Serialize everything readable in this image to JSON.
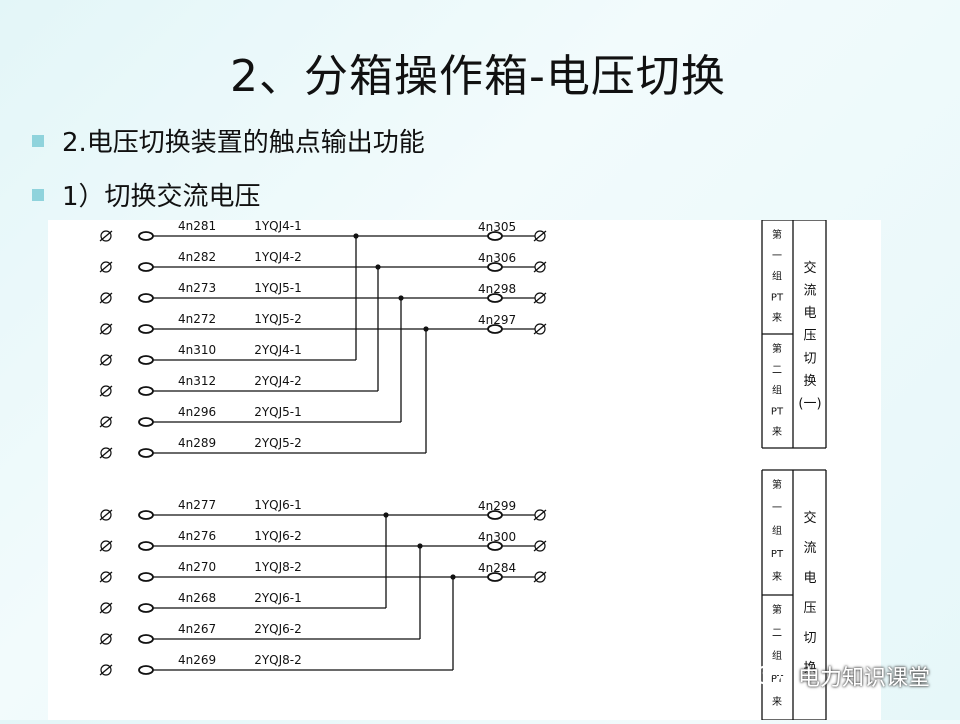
{
  "slide": {
    "title": "2、分箱操作箱-电压切换",
    "bullets": [
      "2.电压切换装置的触点输出功能",
      "1）切换交流电压"
    ]
  },
  "watermark": "电力知识课堂",
  "diagram": {
    "group1": {
      "inputs": [
        "4n281",
        "4n282",
        "4n273",
        "4n272",
        "4n310",
        "4n312",
        "4n296",
        "4n289"
      ],
      "contacts": [
        "1YQJ4-1",
        "1YQJ4-2",
        "1YQJ5-1",
        "1YQJ5-2",
        "2YQJ4-1",
        "2YQJ4-2",
        "2YQJ5-1",
        "2YQJ5-2"
      ],
      "outputs": [
        "4n305",
        "4n306",
        "4n298",
        "4n297"
      ],
      "side_left_a": [
        "第",
        "一",
        "组",
        "PT",
        "来"
      ],
      "side_left_b": [
        "第",
        "二",
        "组",
        "PT",
        "来"
      ],
      "side_right": [
        "交",
        "流",
        "电",
        "压",
        "切",
        "换",
        "(一)"
      ]
    },
    "group2": {
      "inputs": [
        "4n277",
        "4n276",
        "4n270",
        "4n268",
        "4n267",
        "4n269"
      ],
      "contacts": [
        "1YQJ6-1",
        "1YQJ6-2",
        "1YQJ8-2",
        "2YQJ6-1",
        "2YQJ6-2",
        "2YQJ8-2"
      ],
      "outputs": [
        "4n299",
        "4n300",
        "4n284"
      ],
      "side_left_a": [
        "第",
        "一",
        "组",
        "PT",
        "来"
      ],
      "side_left_b": [
        "第",
        "二",
        "组",
        "PT",
        "来"
      ],
      "side_right": [
        "交",
        "流",
        "电",
        "压",
        "切",
        "换"
      ]
    }
  }
}
